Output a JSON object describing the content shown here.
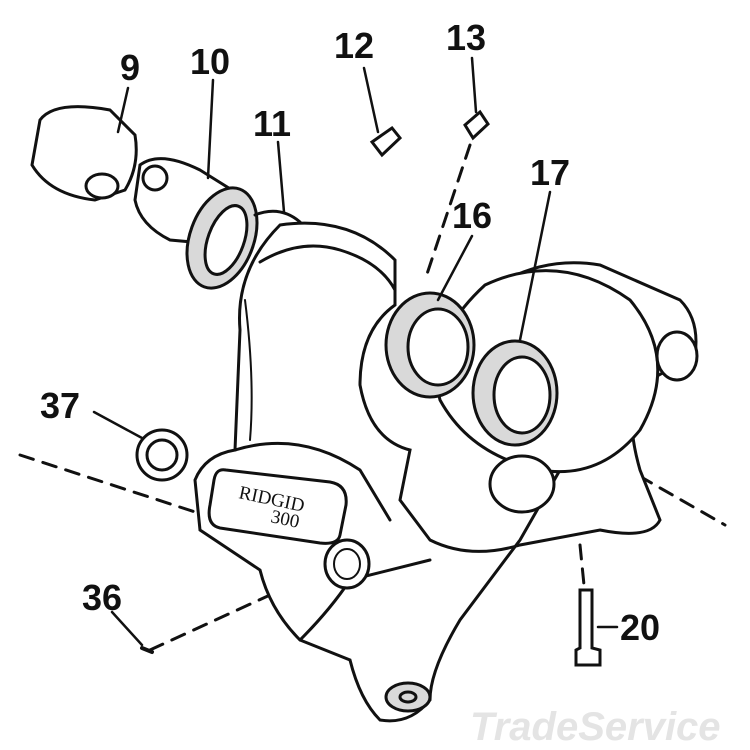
{
  "diagram": {
    "callouts": {
      "p9": "9",
      "p10": "10",
      "p11": "11",
      "p12": "12",
      "p13": "13",
      "p16": "16",
      "p17": "17",
      "p20": "20",
      "p36": "36",
      "p37": "37"
    },
    "nameplate": {
      "line1": "RIDGID",
      "line2": "300"
    },
    "watermark": "TradeService"
  },
  "colors": {
    "ink": "#111111",
    "shade": "#d9d9d9",
    "background": "#ffffff"
  }
}
